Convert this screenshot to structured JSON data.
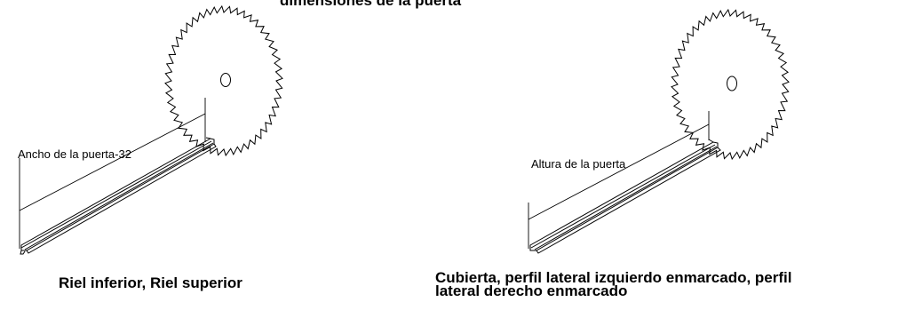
{
  "title": "dimensiones de la puerta",
  "left_panel": {
    "dimension_label": "Ancho de la puerta-32",
    "caption": "Riel inferior,  Riel superior"
  },
  "right_panel": {
    "dimension_label": "Altura de la puerta",
    "caption_line1": "Cubierta, perfil lateral izquierdo enmarcado, perfil",
    "caption_line2": "lateral derecho enmarcado"
  },
  "colors": {
    "stroke": "#000000",
    "background": "#ffffff"
  },
  "icons": [
    "saw-blade-icon",
    "aluminum-rail-icon",
    "dimension-line-icon"
  ]
}
